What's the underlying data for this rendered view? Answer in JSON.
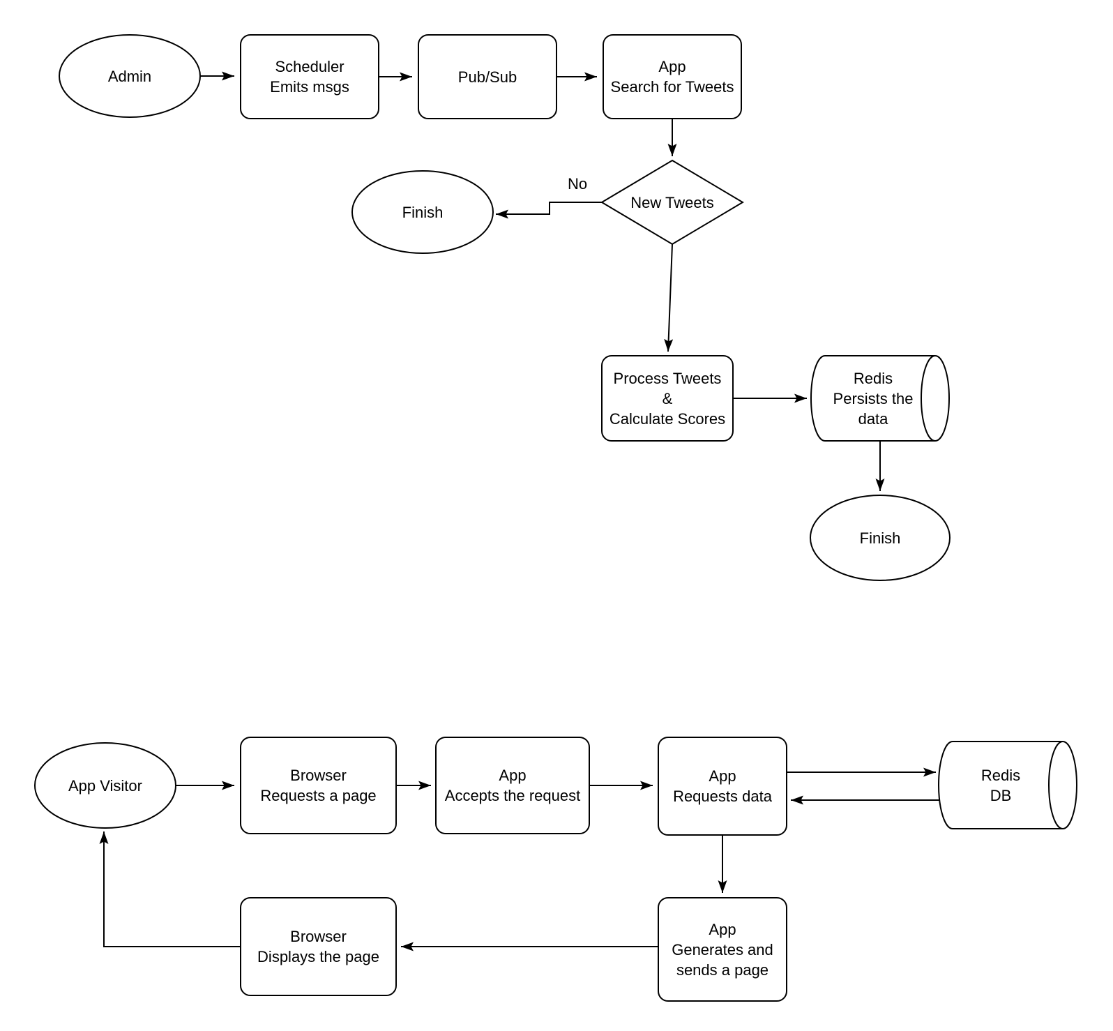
{
  "diagram": {
    "colors": {
      "background": "#ffffff",
      "stroke": "#000000",
      "text": "#000000"
    },
    "nodes": {
      "admin": {
        "label": "Admin"
      },
      "scheduler": {
        "label": "Scheduler\nEmits msgs"
      },
      "pubsub": {
        "label": "Pub/Sub"
      },
      "app_search": {
        "label": "App\nSearch for Tweets"
      },
      "new_tweets": {
        "label": "New Tweets"
      },
      "finish_top": {
        "label": "Finish"
      },
      "process_tweets": {
        "label": "Process Tweets\n&\nCalculate Scores"
      },
      "redis_persists": {
        "label": "Redis\nPersists the\ndata"
      },
      "finish_bottom": {
        "label": "Finish"
      },
      "app_visitor": {
        "label": "App Visitor"
      },
      "browser_requests": {
        "label": "Browser\nRequests a page"
      },
      "app_accepts": {
        "label": "App\nAccepts the request"
      },
      "app_requests_data": {
        "label": "App\nRequests data"
      },
      "redis_db": {
        "label": "Redis\nDB"
      },
      "app_generates": {
        "label": "App\nGenerates and\nsends a page"
      },
      "browser_displays": {
        "label": "Browser\nDisplays the page"
      }
    },
    "edge_labels": {
      "no": "No"
    }
  }
}
